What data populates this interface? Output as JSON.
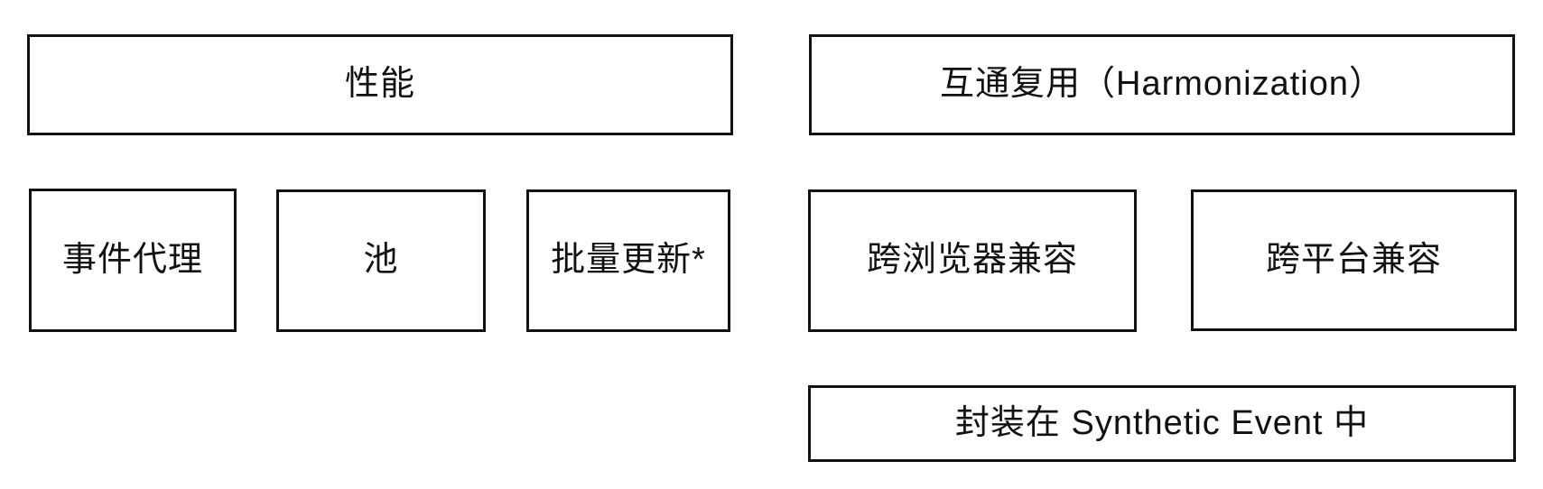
{
  "diagram": {
    "performance_group": {
      "header": "性能",
      "items": [
        "事件代理",
        "池",
        "批量更新*"
      ]
    },
    "harmonization_group": {
      "header": "互通复用（Harmonization）",
      "items": [
        "跨浏览器兼容",
        "跨平台兼容"
      ],
      "footer": "封装在 Synthetic Event 中"
    },
    "colors": {
      "border": "#111111",
      "background": "#ffffff",
      "text": "#111111"
    }
  }
}
